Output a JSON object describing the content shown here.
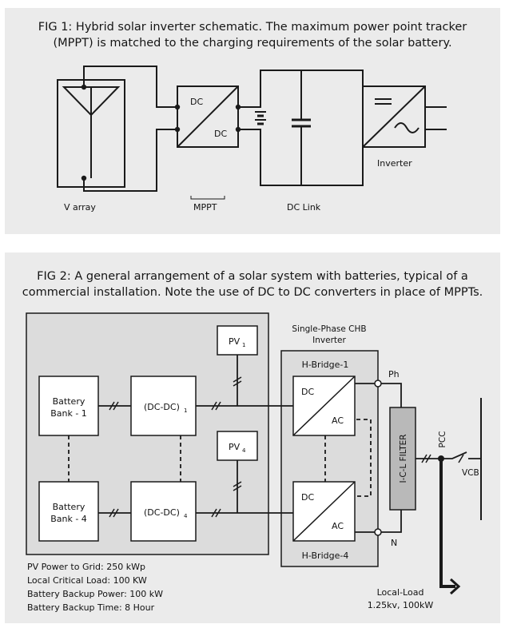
{
  "fig1": {
    "caption_line1": "FIG 1: Hybrid solar inverter schematic. The maximum power point tracker",
    "caption_line2": "(MPPT) is matched to the charging requirements of the solar battery.",
    "converter_top": "DC",
    "converter_bottom": "DC",
    "label_array": "V array",
    "label_mppt": "MPPT",
    "label_dclink": "DC Link",
    "label_inverter": "Inverter"
  },
  "fig2": {
    "caption_line1": "FIG 2: A general arrangement of a solar system with batteries, typical of a",
    "caption_line2": "commercial installation. Note the use of DC to DC converters in place of MPPTs.",
    "battery1_line1": "Battery",
    "battery1_line2": "Bank - 1",
    "battery4_line1": "Battery",
    "battery4_line2": "Bank - 4",
    "dcdc1_main": "(DC-DC)",
    "dcdc1_sub": "1",
    "dcdc4_main": "(DC-DC)",
    "dcdc4_sub": "4",
    "pv1_main": "PV",
    "pv1_sub": "1",
    "pv4_main": "PV",
    "pv4_sub": "4",
    "inverter_title_line1": "Single-Phase CHB",
    "inverter_title_line2": "Inverter",
    "hbridge1_label": "H-Bridge-1",
    "hbridge4_label": "H-Bridge-4",
    "hb_dc": "DC",
    "hb_ac": "AC",
    "label_ph": "Ph",
    "label_n": "N",
    "filter_label": "I-C-L FILTER",
    "label_pcc": "PCC",
    "label_vcb": "VCB",
    "stats": [
      "PV Power to Grid: 250 kWp",
      "Local Critical Load: 100 KW",
      "Battery Backup Power: 100 kW",
      "Battery Backup Time: 8 Hour"
    ],
    "load_line1": "Local-Load",
    "load_line2": "1.25kv, 100kW"
  }
}
